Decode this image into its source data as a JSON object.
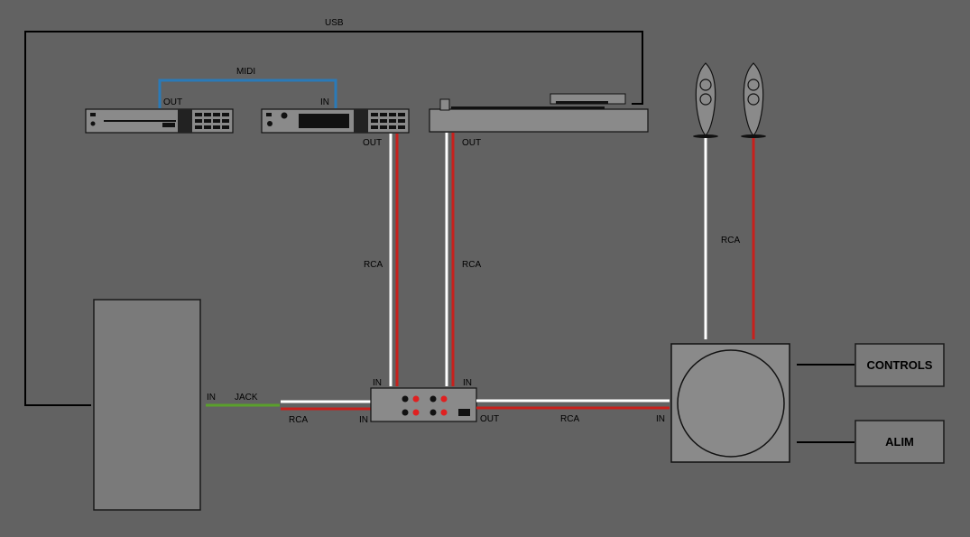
{
  "labels": {
    "usb": "USB",
    "midi": "MIDI",
    "midi_out": "OUT",
    "midi_in": "IN",
    "synth_out": "OUT",
    "turntable_out": "OUT",
    "rca_left": "RCA",
    "rca_middle": "RCA",
    "rca_speakers": "RCA",
    "mixer_in_left": "IN",
    "mixer_in_right": "IN",
    "mixer_in_side": "IN",
    "mixer_out": "OUT",
    "computer_in": "IN",
    "jack": "JACK",
    "rca_bottom_left": "RCA",
    "rca_bottom_right": "RCA",
    "amp_in": "IN",
    "controls": "CONTROLS",
    "alim": "ALIM"
  },
  "colors": {
    "background": "#626262",
    "device_fill": "#7a7a7a",
    "wire_white": "#ffffff",
    "wire_red": "#c8201c",
    "wire_green": "#5aa02c",
    "wire_blue": "#2a7ab8",
    "wire_black": "#000000"
  }
}
